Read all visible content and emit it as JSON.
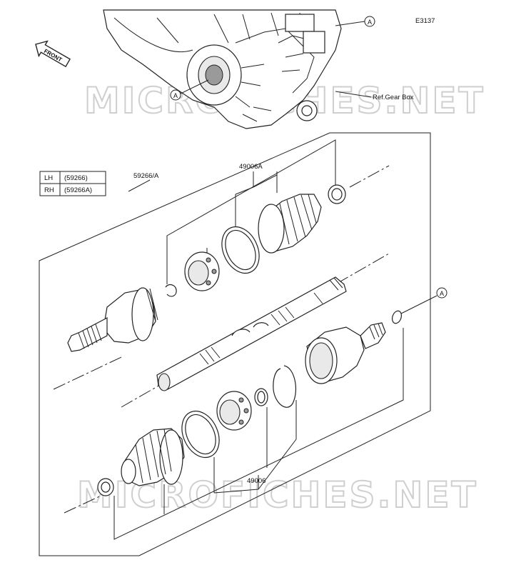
{
  "diagram_code": "E3137",
  "front_label": "FRONT",
  "ref_label": "Ref.Gear Box",
  "callout_letter": "A",
  "table": {
    "rows": [
      {
        "side": "LH",
        "part": "(59266)"
      },
      {
        "side": "RH",
        "part": "(59266A)"
      }
    ]
  },
  "part_labels": {
    "assembly": "59266/A",
    "outer_kit": "49006A",
    "inner_kit": "49006"
  },
  "watermark": "MICROFICHES.NET"
}
